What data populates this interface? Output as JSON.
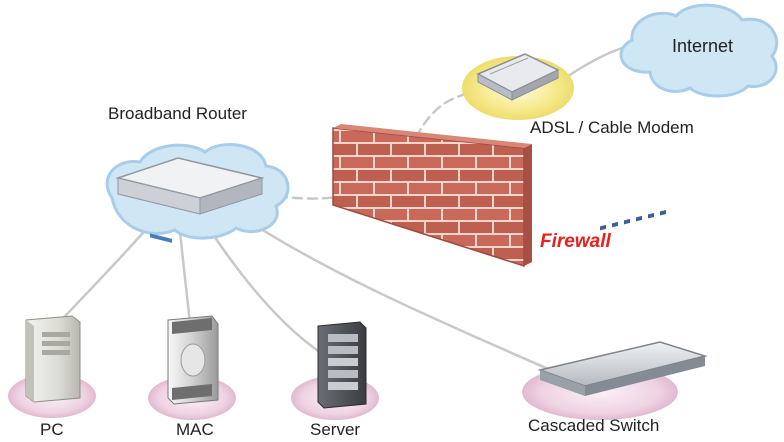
{
  "diagram": {
    "labels": {
      "internet": "Internet",
      "modem": "ADSL / Cable Modem",
      "router": "Broadband Router",
      "firewall": "Firewall",
      "pc": "PC",
      "mac": "MAC",
      "server": "Server",
      "switch": "Cascaded Switch"
    },
    "colors": {
      "cloud": "#cfe6f5",
      "cloud_edge": "#a9cde8",
      "brick": "#c8695a",
      "mortar": "#f0d6cc",
      "firewall_text": "#e8201f",
      "pad": "#eed1e2",
      "modem_glow": "#f6e98b",
      "cable": "#c8c8c8"
    },
    "icons": [
      "cloud-icon",
      "modem-icon",
      "router-icon",
      "firewall-wall",
      "pc-tower-icon",
      "mac-tower-icon",
      "server-rack-icon",
      "switch-icon"
    ]
  }
}
